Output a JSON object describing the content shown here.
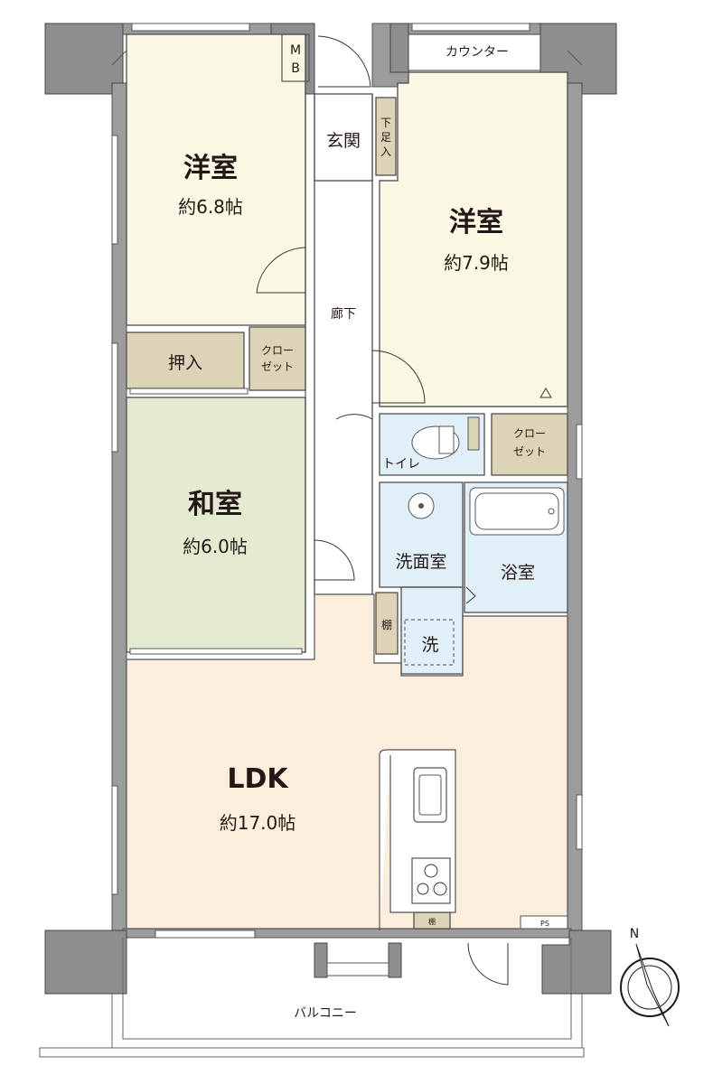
{
  "colors": {
    "western_room": "#fbf8e3",
    "japanese_room": "#e3ecd1",
    "ldk": "#fbeedd",
    "water_area": "#e1eff9",
    "storage": "#ddd4b7",
    "hallway": "#ffffff",
    "wall": "#9c9c9c"
  },
  "rooms": {
    "western1": {
      "name": "洋室",
      "area": "約6.8帖"
    },
    "western2": {
      "name": "洋室",
      "area": "約7.9帖"
    },
    "japanese": {
      "name": "和室",
      "area": "約6.0帖"
    },
    "ldk": {
      "name": "LDK",
      "area": "約17.0帖"
    },
    "genkan": "玄関",
    "hallway": "廊下",
    "toilet": "トイレ",
    "washroom": "洗面室",
    "bathroom": "浴室",
    "balcony": "バルコニー"
  },
  "fixtures": {
    "oshiire": "押入",
    "closet1_line1": "クロー",
    "closet1_line2": "ゼット",
    "closet2_line1": "クロー",
    "closet2_line2": "ゼット",
    "shoe_box": "下足入",
    "mb_line1": "M",
    "mb_line2": "B",
    "counter": "カウンター",
    "shelf_wash": "棚",
    "shelf_kitchen": "棚",
    "washer": "洗",
    "ps": "PS"
  },
  "compass": {
    "north": "N"
  }
}
